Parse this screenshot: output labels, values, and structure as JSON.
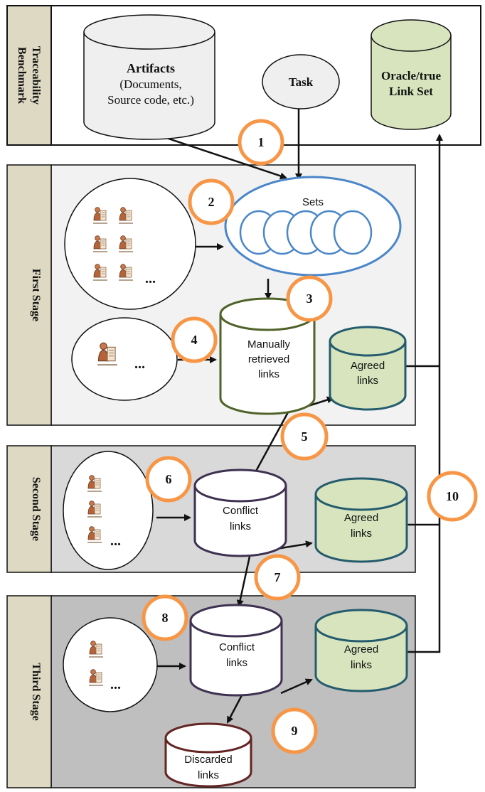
{
  "colors": {
    "band_label_fill": "#ddd9c3",
    "stage1_fill": "#f2f2f2",
    "stage2_fill": "#d9d9d9",
    "stage3_fill": "#bfbfbf",
    "benchmark_fill": "#ffffff",
    "gray_db": "#efefef",
    "green_db": "#d7e4bd",
    "blue_stroke": "#4a86c8",
    "olive_stroke": "#4f6228",
    "teal_stroke": "#245c6e",
    "purple_stroke": "#3f3151",
    "maroon_stroke": "#632523",
    "badge_stroke": "#f79646"
  },
  "bands": {
    "benchmark": "Traceability Benchmark",
    "stage1": "First Stage",
    "stage2": "Second Stage",
    "stage3": "Third Stage"
  },
  "nodes": {
    "artifacts_title": "Artifacts",
    "artifacts_sub1": "(Documents,",
    "artifacts_sub2": "Source code, etc.)",
    "task": "Task",
    "oracle_line1": "Oracle/true",
    "oracle_line2": "Link Set",
    "sets": "Sets",
    "manual_line1": "Manually",
    "manual_line2": "retrieved",
    "manual_line3": "links",
    "agreed_line1": "Agreed",
    "agreed_line2": "links",
    "conflict_line1": "Conflict",
    "conflict_line2": "links",
    "discarded_line1": "Discarded",
    "discarded_line2": "links",
    "ellipsis": "..."
  },
  "steps": [
    "1",
    "2",
    "3",
    "4",
    "5",
    "6",
    "7",
    "8",
    "9",
    "10"
  ],
  "icons": {
    "reviewer": "person-at-desk-icon"
  }
}
